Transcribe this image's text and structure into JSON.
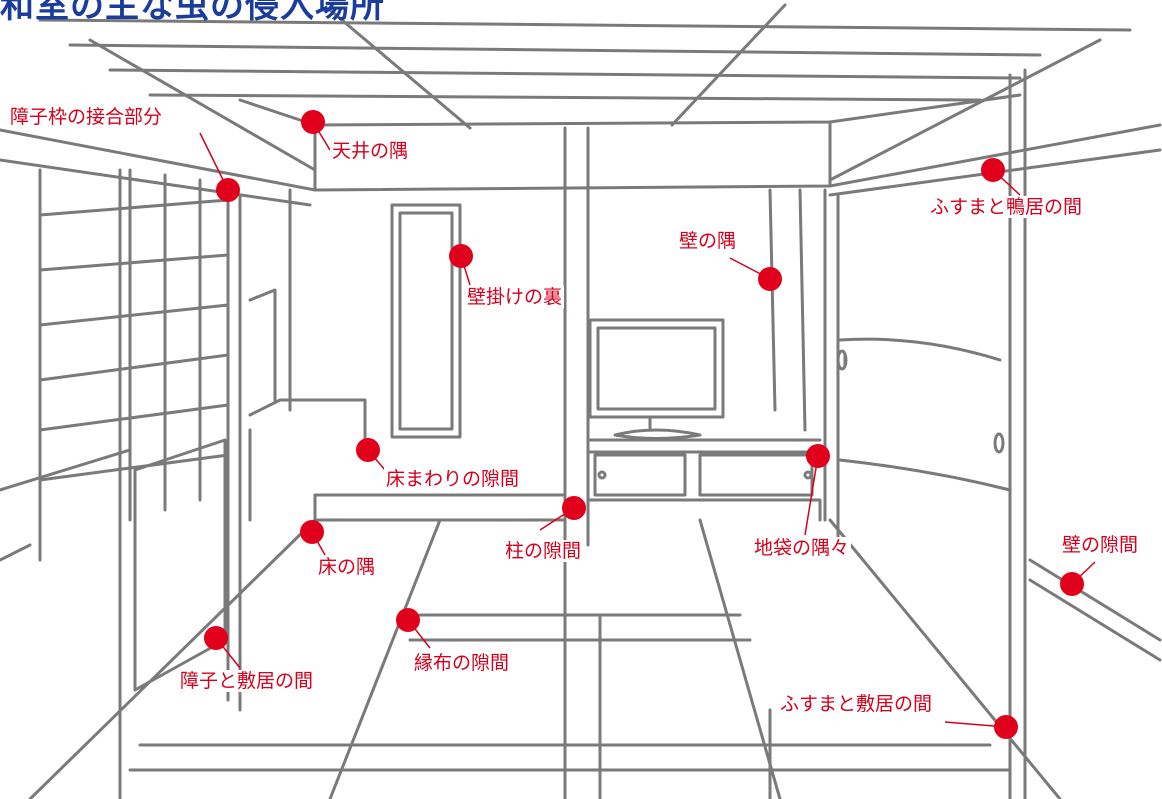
{
  "title": "和室の主な虫の侵入場所",
  "labels": {
    "shoji_frame": "障子枠の接合部分",
    "ceiling_corner": "天井の隅",
    "fusuma_kamoi": "ふすまと鴨居の間",
    "wall_corner": "壁の隅",
    "wall_hanging": "壁掛けの裏",
    "floor_edge_gap": "床まわりの隙間",
    "pillar_gap": "柱の隙間",
    "jibukuro": "地袋の隅々",
    "wall_gap": "壁の隙間",
    "floor_corner": "床の隅",
    "heri_gap": "縁布の隙間",
    "shoji_shikii": "障子と敷居の間",
    "fusuma_shikii": "ふすまと敷居の間"
  },
  "colors": {
    "title": "#1a3c9c",
    "marker": "#e0001b",
    "label": "#d6001c",
    "line_art": "#777777"
  }
}
